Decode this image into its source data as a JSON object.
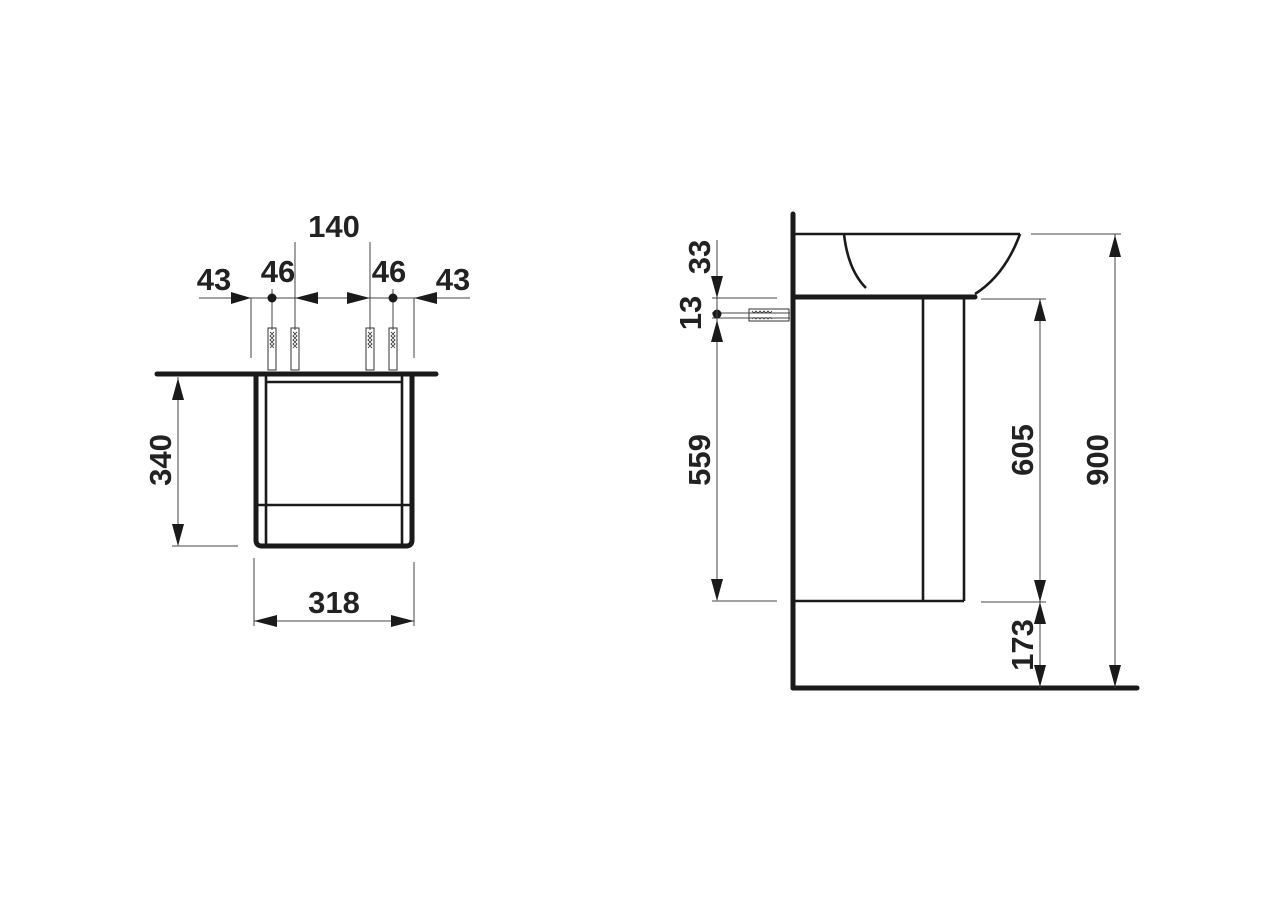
{
  "drawing": {
    "type": "technical dimension drawing",
    "subject": "vanity unit with washbasin",
    "units": "mm",
    "stroke_color": "#1a1a1a",
    "background": "#ffffff"
  },
  "front_view": {
    "dimensions": {
      "top_overall": "140",
      "left_outer": "43",
      "left_hole": "46",
      "right_hole": "46",
      "right_outer": "43",
      "height": "340",
      "width": "318"
    }
  },
  "side_view": {
    "dimensions": {
      "basin_top_to_wall_mount": "33",
      "mount_offset": "13",
      "mount_to_cabinet_bottom": "559",
      "cabinet_height": "605",
      "total_height": "900",
      "floor_clearance": "173"
    }
  }
}
